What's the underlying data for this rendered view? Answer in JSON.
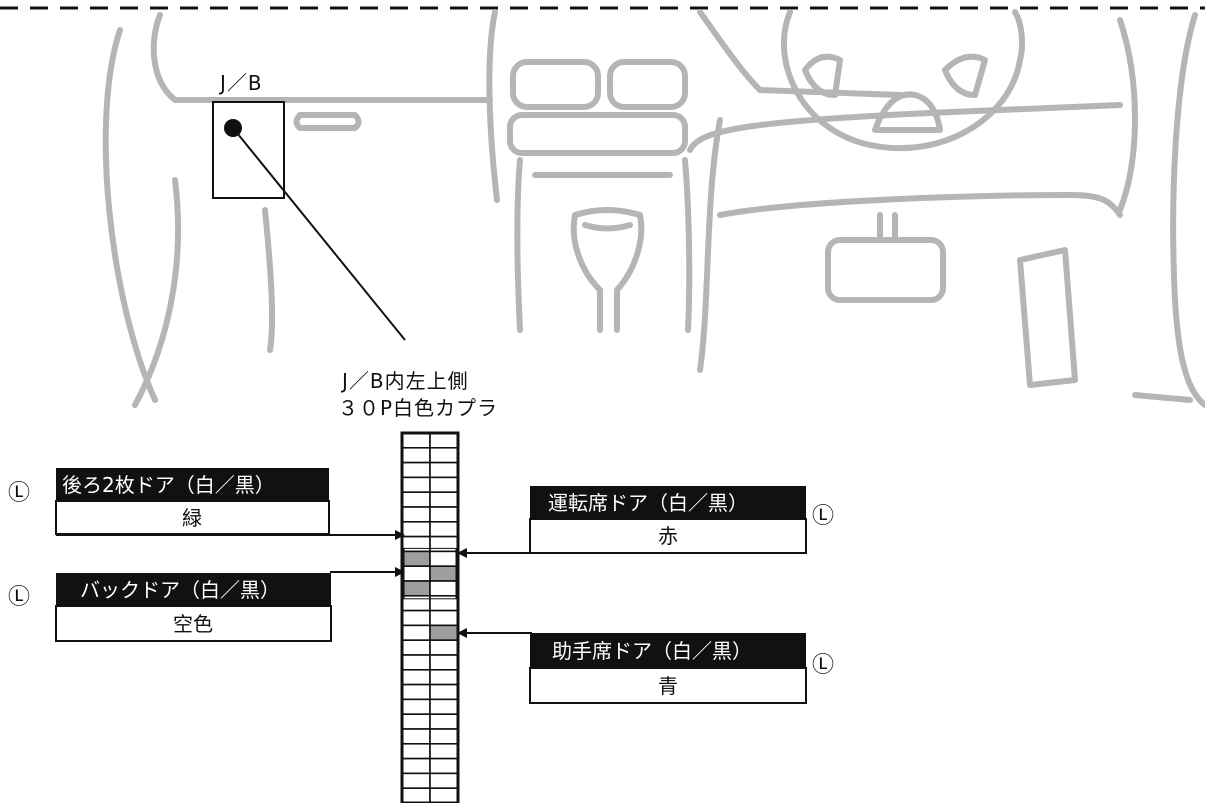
{
  "jb_label": "J／B",
  "connector_caption": {
    "line1": "J／B内左上側",
    "line2": "３０P白色カプラ"
  },
  "connector_grid": {
    "columns": 2,
    "rows": 25
  },
  "ground_symbol": "Ⓛ",
  "wire_labels": [
    {
      "id": "rear-2-doors",
      "title": "後ろ2枚ドア（白／黒）",
      "color_text": "緑",
      "pin": {
        "row": 8,
        "col": 0
      }
    },
    {
      "id": "driver-door",
      "title": "運転席ドア（白／黒）",
      "color_text": "赤",
      "pin": {
        "row": 9,
        "col": 1
      }
    },
    {
      "id": "back-door",
      "title": "バックドア（白／黒）",
      "color_text": "空色",
      "pin": {
        "row": 10,
        "col": 0
      }
    },
    {
      "id": "passenger-door",
      "title": "助手席ドア（白／黒）",
      "color_text": "青",
      "pin": {
        "row": 13,
        "col": 1
      }
    }
  ],
  "colors": {
    "sketch": "#b5b5b5",
    "line": "#111111",
    "label_header_bg": "#111111",
    "pin_fill": "#9e9e9e"
  }
}
